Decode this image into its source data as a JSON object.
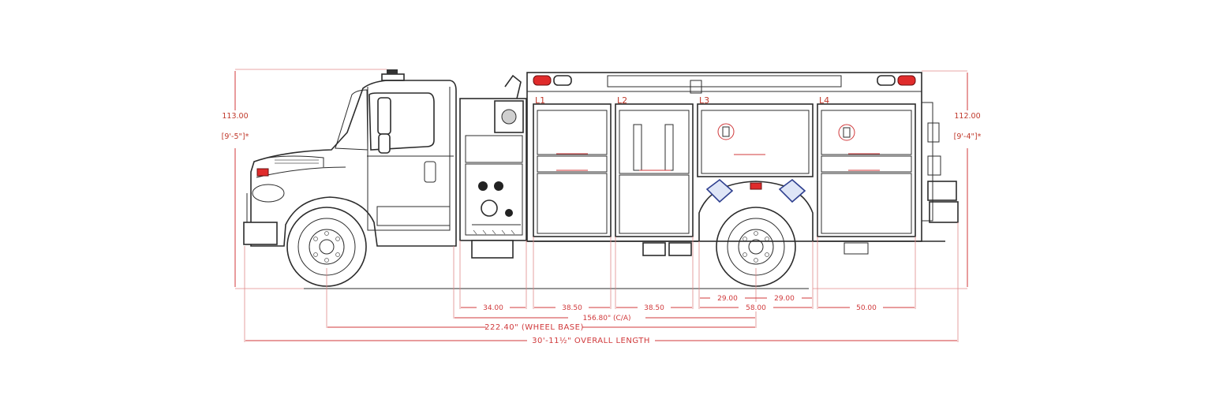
{
  "colors": {
    "dimension_red": "#d0393b",
    "line_black": "#2c2c2c",
    "accent_blue": "#2e3f8f",
    "lamp_red": "#e02b2b"
  },
  "height_left": {
    "value": "113.00",
    "feet": "[9'-5\"]*"
  },
  "height_right": {
    "value": "112.00",
    "feet": "[9'-4\"]*"
  },
  "compartments": [
    "L1",
    "L2",
    "L3",
    "L4"
  ],
  "dimensions": {
    "row1": [
      "34.00",
      "38.50",
      "38.50",
      "29.00",
      "29.00",
      "50.00"
    ],
    "row2": [
      "58.00"
    ],
    "ca": "156.80\" (C/A)",
    "wheelbase": "222.40\" (WHEEL BASE)",
    "overall": "30'-11½\" OVERALL LENGTH"
  }
}
